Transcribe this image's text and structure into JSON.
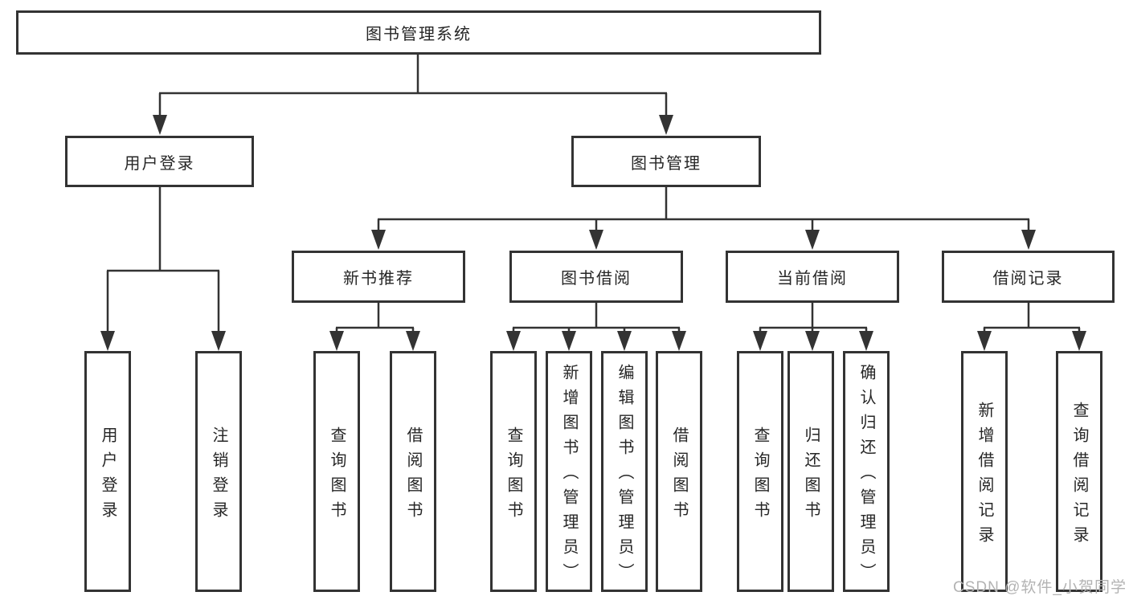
{
  "diagram": {
    "root": {
      "label": "图书管理系统"
    },
    "level2": [
      {
        "label": "用户登录"
      },
      {
        "label": "图书管理"
      }
    ],
    "level3": [
      {
        "label": "新书推荐",
        "parent": "图书管理"
      },
      {
        "label": "图书借阅",
        "parent": "图书管理"
      },
      {
        "label": "当前借阅",
        "parent": "图书管理"
      },
      {
        "label": "借阅记录",
        "parent": "图书管理"
      }
    ],
    "leaves": [
      {
        "label": "用户登录",
        "parent": "用户登录"
      },
      {
        "label": "注销登录",
        "parent": "用户登录"
      },
      {
        "label": "查询图书",
        "parent": "新书推荐"
      },
      {
        "label": "借阅图书",
        "parent": "新书推荐"
      },
      {
        "label": "查询图书",
        "parent": "图书借阅"
      },
      {
        "label": "新增图书（管理员）",
        "parent": "图书借阅"
      },
      {
        "label": "编辑图书（管理员）",
        "parent": "图书借阅"
      },
      {
        "label": "借阅图书",
        "parent": "图书借阅"
      },
      {
        "label": "查询图书",
        "parent": "当前借阅"
      },
      {
        "label": "归还图书",
        "parent": "当前借阅"
      },
      {
        "label": "确认归还（管理员）",
        "parent": "当前借阅"
      },
      {
        "label": "新增借阅记录",
        "parent": "借阅记录"
      },
      {
        "label": "查询借阅记录",
        "parent": "借阅记录"
      }
    ],
    "watermark": "CSDN @软件_小贺同学",
    "colors": {
      "line": "#333333",
      "box_border": "#333333",
      "box_fill": "#ffffff",
      "text": "#262626",
      "watermark": "#b3b3b3"
    }
  }
}
